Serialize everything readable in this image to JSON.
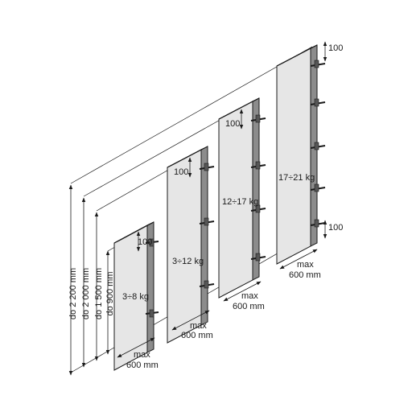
{
  "panels": [
    {
      "weight": "3÷8 kg",
      "height": "do 900 mm",
      "width": "max\n600 mm",
      "top_offset": "100"
    },
    {
      "weight": "3÷12 kg",
      "height": "do 1 500 mm",
      "width": "max\n600 mm",
      "top_offset": "100"
    },
    {
      "weight": "12÷17 kg",
      "height": "do 2 000 mm",
      "width": "max\n600 mm",
      "top_offset": "100"
    },
    {
      "weight": "17÷21 kg",
      "height": "do 2 200 mm",
      "width": "max\n600 mm",
      "top_offset": "100",
      "bottom_offset": "100"
    }
  ],
  "labels": {
    "h1": "do 2 200 mm",
    "h2": "do 2 000 mm",
    "h3": "do 1 500 mm",
    "h4": "do 900 mm",
    "w_max": "max",
    "w_600": "600 mm",
    "off100": "100"
  }
}
